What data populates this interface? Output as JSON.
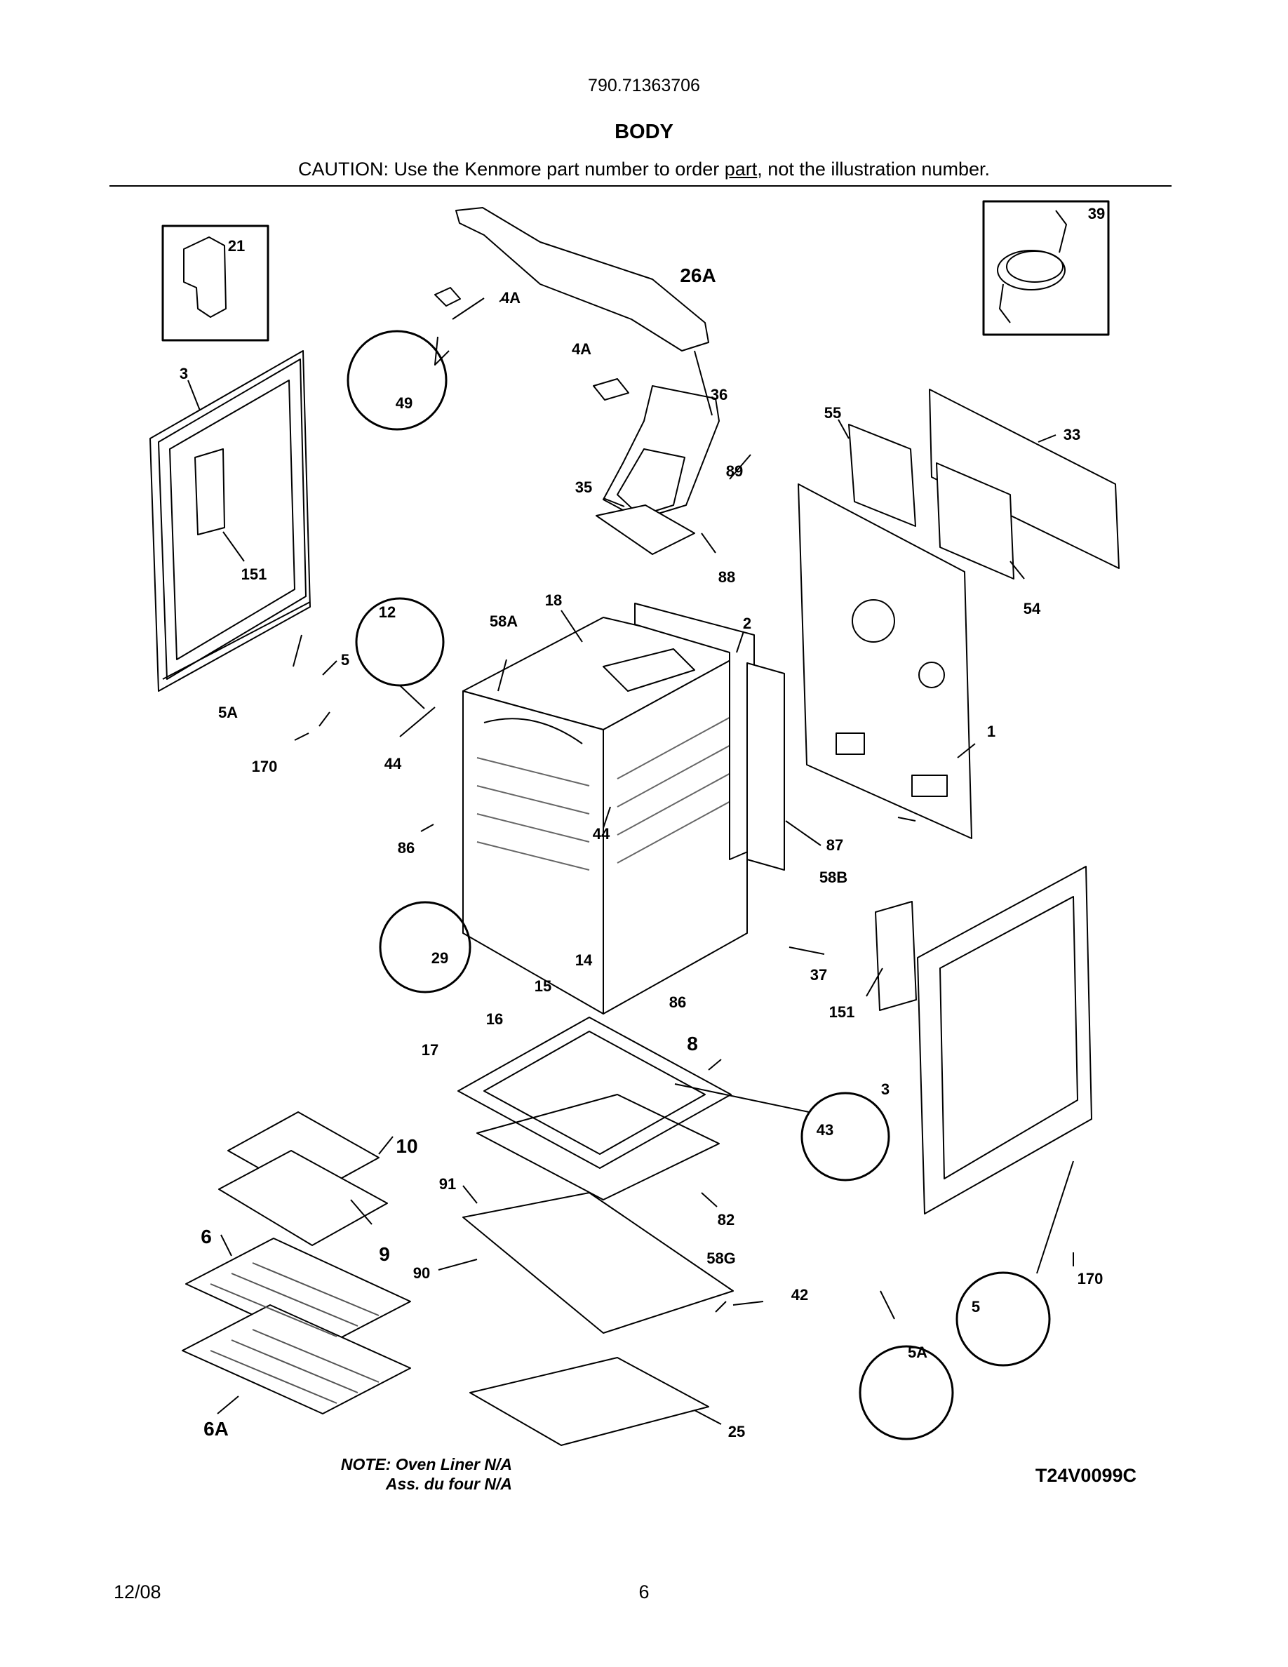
{
  "header": {
    "model_number": "790.71363706",
    "section_title": "BODY",
    "caution_prefix": "CAUTION: Use the Kenmore part number to order ",
    "caution_underlined": "part",
    "caution_suffix": ", not the illustration number."
  },
  "callouts": [
    "3",
    "151",
    "5",
    "5A",
    "170",
    "21",
    "4A",
    "49",
    "26A",
    "4A",
    "36",
    "35",
    "89",
    "88",
    "12",
    "18",
    "58A",
    "2",
    "44",
    "44",
    "86",
    "86",
    "29",
    "14",
    "15",
    "16",
    "17",
    "55",
    "33",
    "54",
    "1",
    "87",
    "58B",
    "37",
    "151",
    "3",
    "39",
    "8",
    "43",
    "10",
    "9",
    "6",
    "6A",
    "91",
    "90",
    "82",
    "58G",
    "42",
    "25",
    "170",
    "5",
    "5A"
  ],
  "notes": {
    "line1": "NOTE: Oven Liner N/A",
    "line2": "Ass. du four N/A"
  },
  "figure_id": "T24V0099C",
  "footer": {
    "date": "12/08",
    "page_number": "6"
  }
}
